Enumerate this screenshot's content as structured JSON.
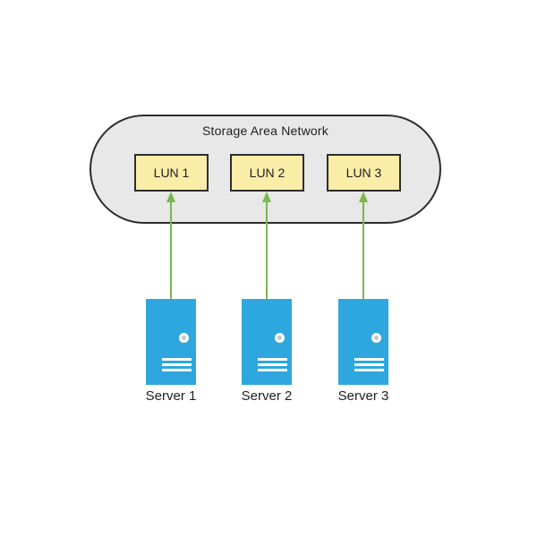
{
  "san": {
    "label": "Storage Area Network"
  },
  "luns": [
    {
      "label": "LUN 1"
    },
    {
      "label": "LUN 2"
    },
    {
      "label": "LUN 3"
    }
  ],
  "servers": [
    {
      "label": "Server 1"
    },
    {
      "label": "Server 2"
    },
    {
      "label": "Server 3"
    }
  ],
  "connections": [
    {
      "from": "Server 1",
      "to": "LUN 1"
    },
    {
      "from": "Server 2",
      "to": "LUN 2"
    },
    {
      "from": "Server 3",
      "to": "LUN 3"
    }
  ],
  "colors": {
    "san_fill": "#e8e8e8",
    "node_border": "#2d2d2d",
    "lun_fill": "#f9eda8",
    "server_fill": "#2ea7de",
    "arrow_green": "#7ab84c",
    "text": "#1f1f1f",
    "background": "#ffffff"
  }
}
